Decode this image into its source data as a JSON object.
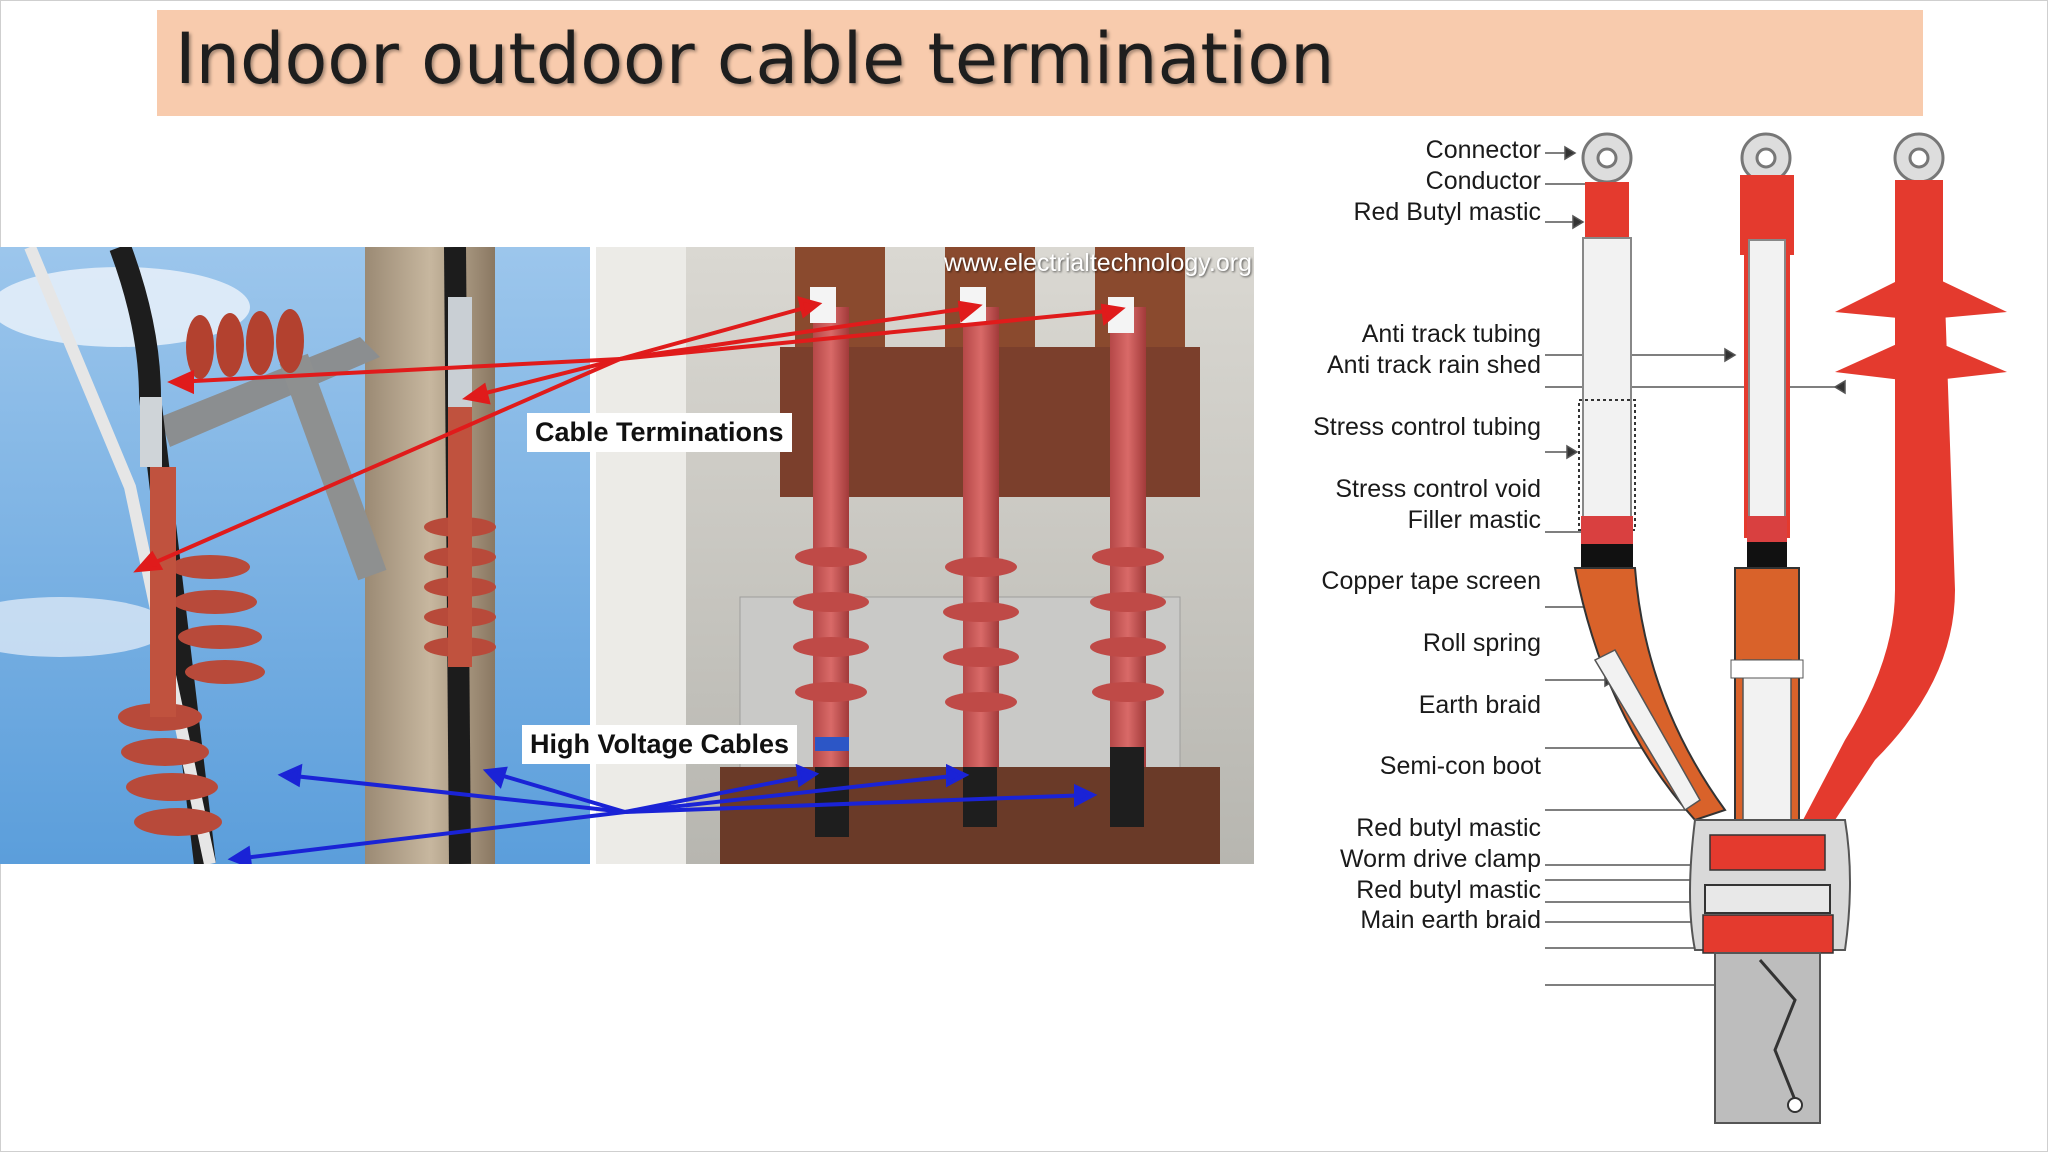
{
  "slide": {
    "title": "Indoor outdoor cable termination"
  },
  "photo": {
    "watermark": "www.electrialtechnology.org",
    "callouts": {
      "terminations": "Cable Terminations",
      "cables": "High Voltage Cables"
    },
    "colors": {
      "termination_arrows": "#e01b1b",
      "cable_arrows": "#1a23d6"
    }
  },
  "diagram": {
    "labels": [
      "Connector",
      "Conductor",
      "Red Butyl mastic",
      "Anti track tubing",
      "Anti track rain shed",
      "Stress control tubing",
      "Stress control void",
      "Filler mastic",
      "Copper tape screen",
      "Roll spring",
      "Earth braid",
      "Semi-con boot",
      "Red butyl mastic",
      "Worm drive clamp",
      "Red butyl mastic",
      "Main earth braid"
    ],
    "colors": {
      "rubber_red": "#e43a2e",
      "copper": "#d9622a",
      "sheath_white": "#f2f2f2"
    }
  }
}
